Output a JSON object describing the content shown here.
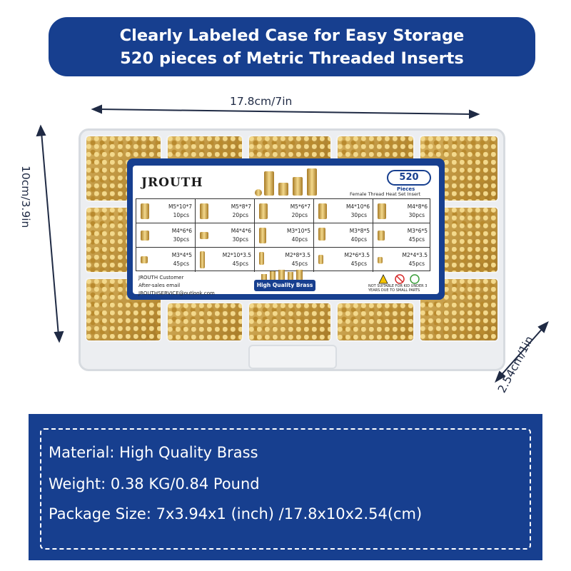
{
  "banner": {
    "line1": "Clearly Labeled Case for Easy Storage",
    "line2": "520 pieces of Metric Threaded Inserts"
  },
  "dimensions": {
    "width": "17.8cm/7in",
    "height": "10cm/3.9in",
    "depth": "2.54cm/1in"
  },
  "label": {
    "brand": "JROUTH",
    "count": "520",
    "count_sub": "Pieces",
    "product": "Female Thread Heat Set Insert",
    "rows": [
      [
        {
          "size": "M5*10*7",
          "qty": "10pcs"
        },
        {
          "size": "M5*8*7",
          "qty": "20pcs"
        },
        {
          "size": "M5*6*7",
          "qty": "20pcs"
        },
        {
          "size": "M4*10*6",
          "qty": "30pcs"
        },
        {
          "size": "M4*8*6",
          "qty": "30pcs"
        }
      ],
      [
        {
          "size": "M4*6*6",
          "qty": "30pcs"
        },
        {
          "size": "M4*4*6",
          "qty": "30pcs"
        },
        {
          "size": "M3*10*5",
          "qty": "40pcs"
        },
        {
          "size": "M3*8*5",
          "qty": "40pcs"
        },
        {
          "size": "M3*6*5",
          "qty": "45pcs"
        }
      ],
      [
        {
          "size": "M3*4*5",
          "qty": "45pcs"
        },
        {
          "size": "M2*10*3.5",
          "qty": "45pcs"
        },
        {
          "size": "M2*8*3.5",
          "qty": "45pcs"
        },
        {
          "size": "M2*6*3.5",
          "qty": "45pcs"
        },
        {
          "size": "M2*4*3.5",
          "qty": "45pcs"
        }
      ]
    ],
    "contact": [
      "JROUTH Customer",
      "After-sales email",
      "JROUTHSERVICE@outlook.com"
    ],
    "badge": "High Quality Brass",
    "warning": "NOT SUITABLE FOR KID UNDER 3 YEARS DUE TO SMALL PARTS"
  },
  "info": {
    "material": "Material: High Quality Brass",
    "weight": "Weight: 0.38 KG/0.84 Pound",
    "package": "Package Size: 7x3.94x1 (inch) /17.8x10x2.54(cm)"
  },
  "colors": {
    "brand_blue": "#173f8f",
    "brass": "#d8b25d"
  }
}
